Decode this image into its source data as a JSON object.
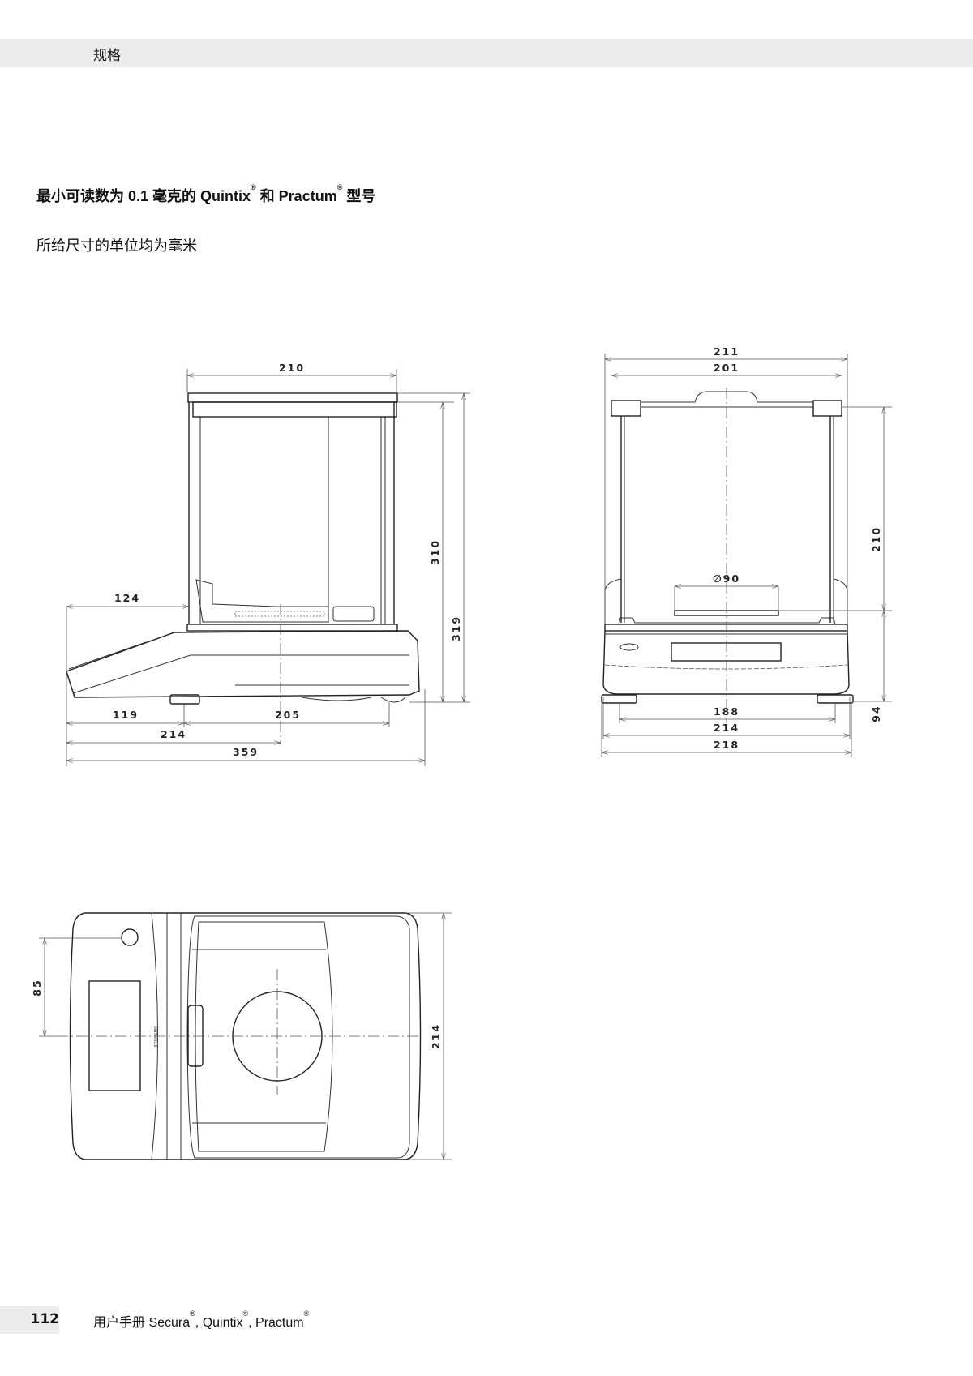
{
  "header": {
    "section": "规格"
  },
  "title": {
    "prefix": "最小可读数为 0.1 毫克的 Quintix",
    "reg1": "®",
    "mid": " 和 Practum",
    "reg2": "®",
    "suffix": " 型号"
  },
  "subtitle": "所给尺寸的单位均为毫米",
  "side_view": {
    "dims": {
      "top_width": "210",
      "left_overhang": "124",
      "height_inner": "310",
      "height_total": "319",
      "front_to_foot": "119",
      "foot_to_rear_foot": "205",
      "front_to_center": "214",
      "depth_total": "359"
    }
  },
  "front_view": {
    "dims": {
      "outer_top": "211",
      "inner_top": "201",
      "chamber_height": "210",
      "pan_diameter": "∅90",
      "base_height": "94",
      "foot_span": "188",
      "base_width": "214",
      "overall_width": "218"
    }
  },
  "top_view": {
    "dims": {
      "knob_offset": "85",
      "width": "214"
    },
    "logo_text": "sartorius"
  },
  "footer": {
    "page_number": "112",
    "manual_prefix": "用户手册 Secura",
    "r1": "®",
    "sep1": ", Quintix",
    "r2": "®",
    "sep2": ", Practum",
    "r3": "®"
  }
}
